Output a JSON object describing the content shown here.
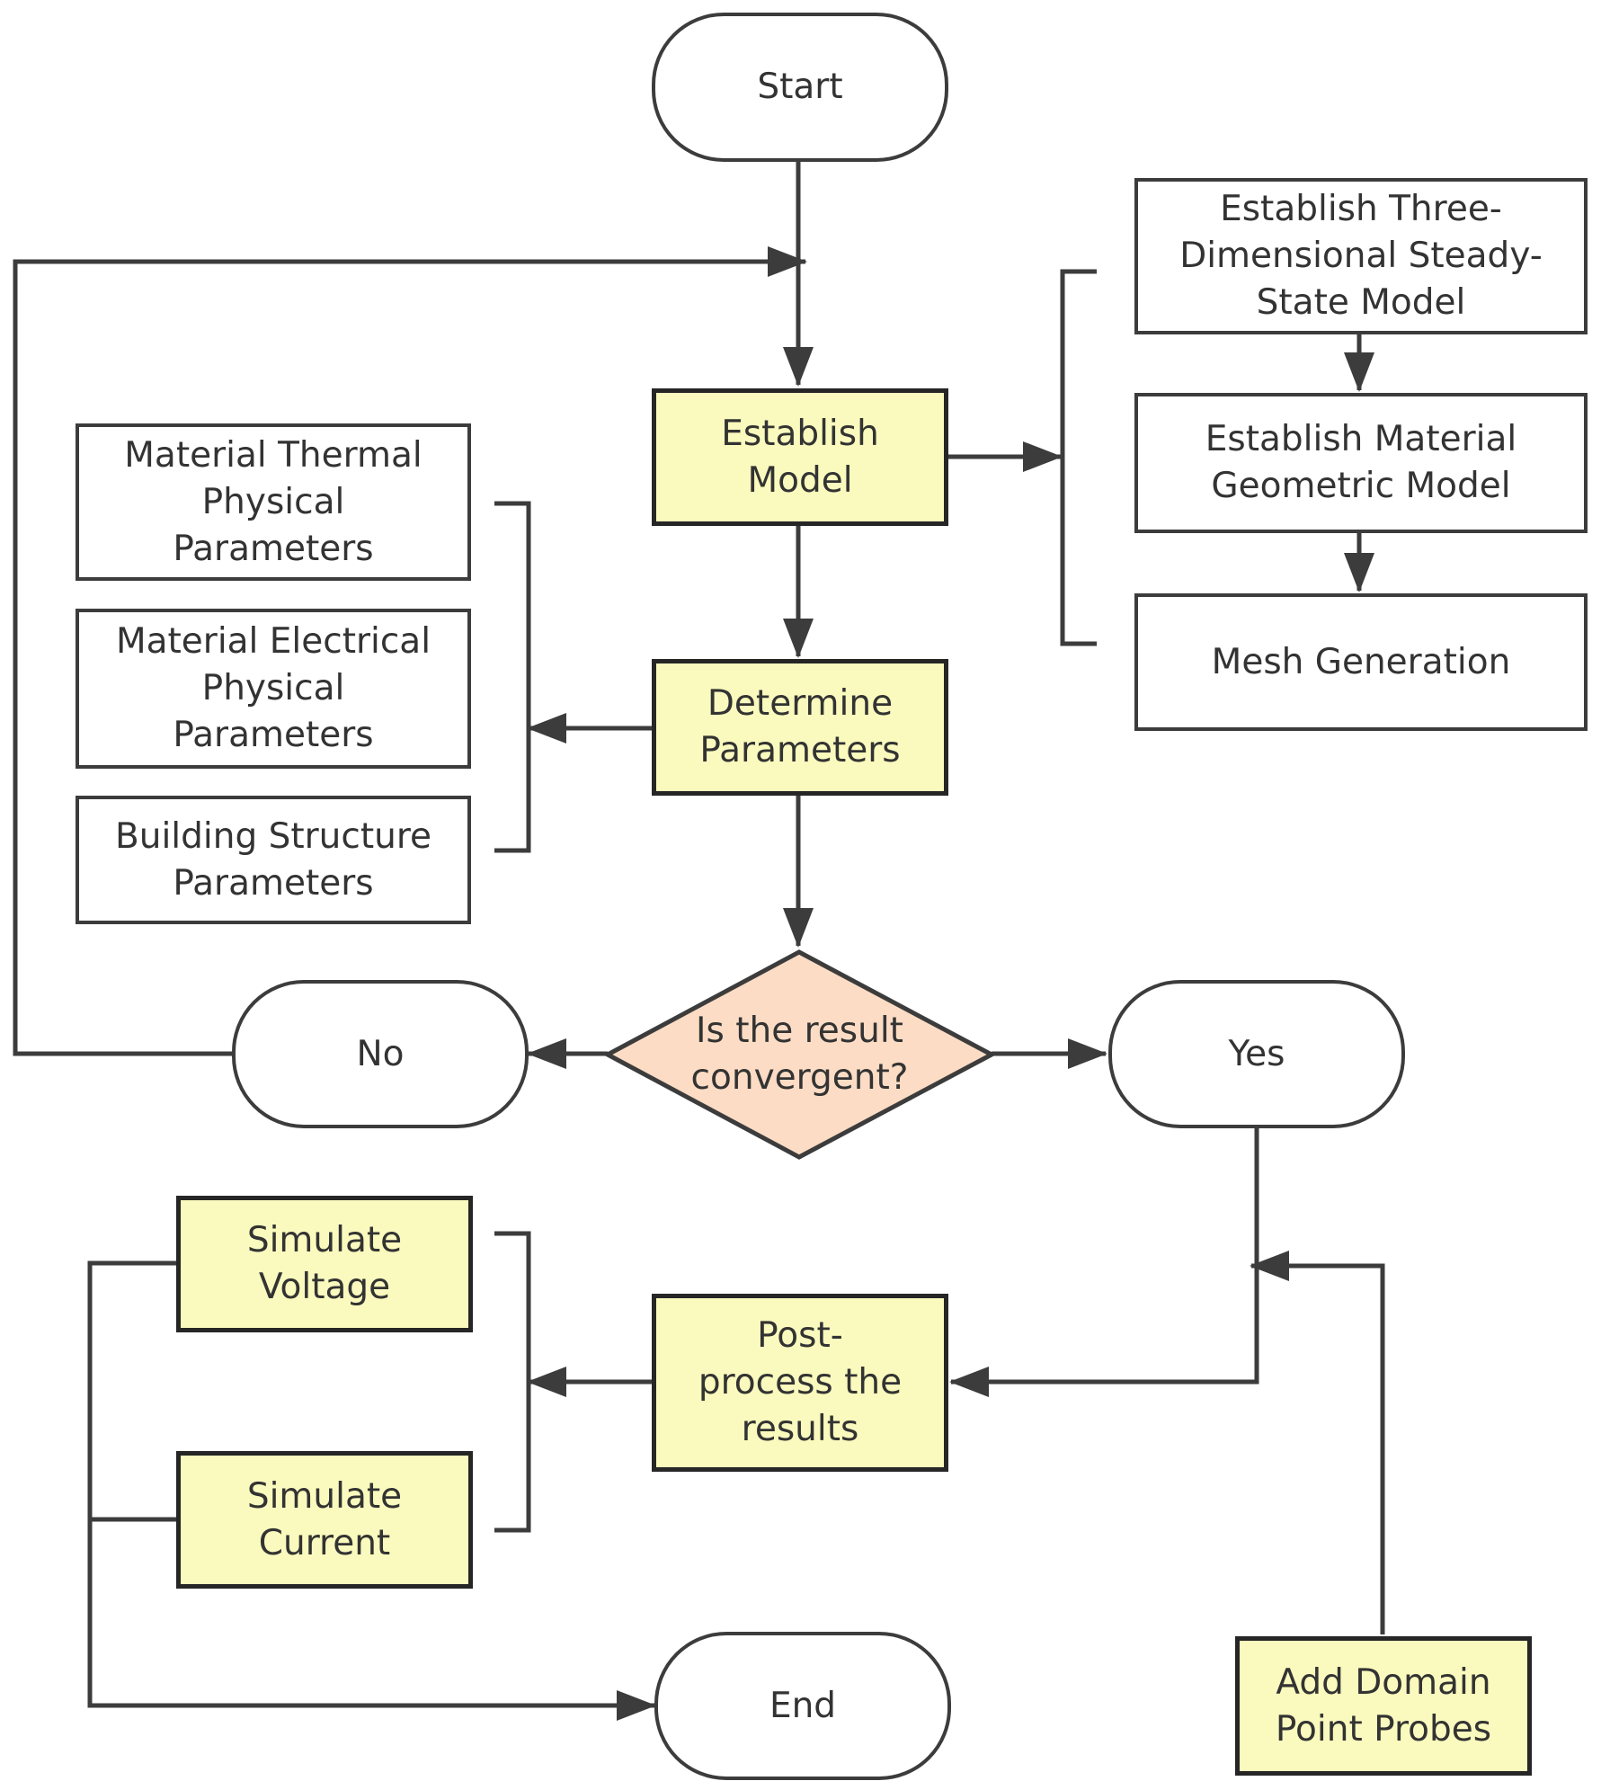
{
  "colors": {
    "process_fill": "#fafabe",
    "decision_fill": "#fcdcc4",
    "line": "#3c3c3c"
  },
  "nodes": {
    "start": "Start",
    "establish_model": "Establish\nModel",
    "establish_3d": "Establish Three-\nDimensional Steady-\nState Model",
    "establish_material_geo": "Establish Material\nGeometric Model",
    "mesh_generation": "Mesh Generation",
    "determine_parameters": "Determine\nParameters",
    "material_thermal": "Material Thermal\nPhysical\nParameters",
    "material_electrical": "Material Electrical\nPhysical\nParameters",
    "building_structure": "Building Structure\nParameters",
    "decision": "Is the result\nconvergent?",
    "no": "No",
    "yes": "Yes",
    "post_process": "Post-\nprocess the\nresults",
    "simulate_voltage": "Simulate\nVoltage",
    "simulate_current": "Simulate\nCurrent",
    "end": "End",
    "add_probes": "Add Domain\nPoint Probes"
  }
}
